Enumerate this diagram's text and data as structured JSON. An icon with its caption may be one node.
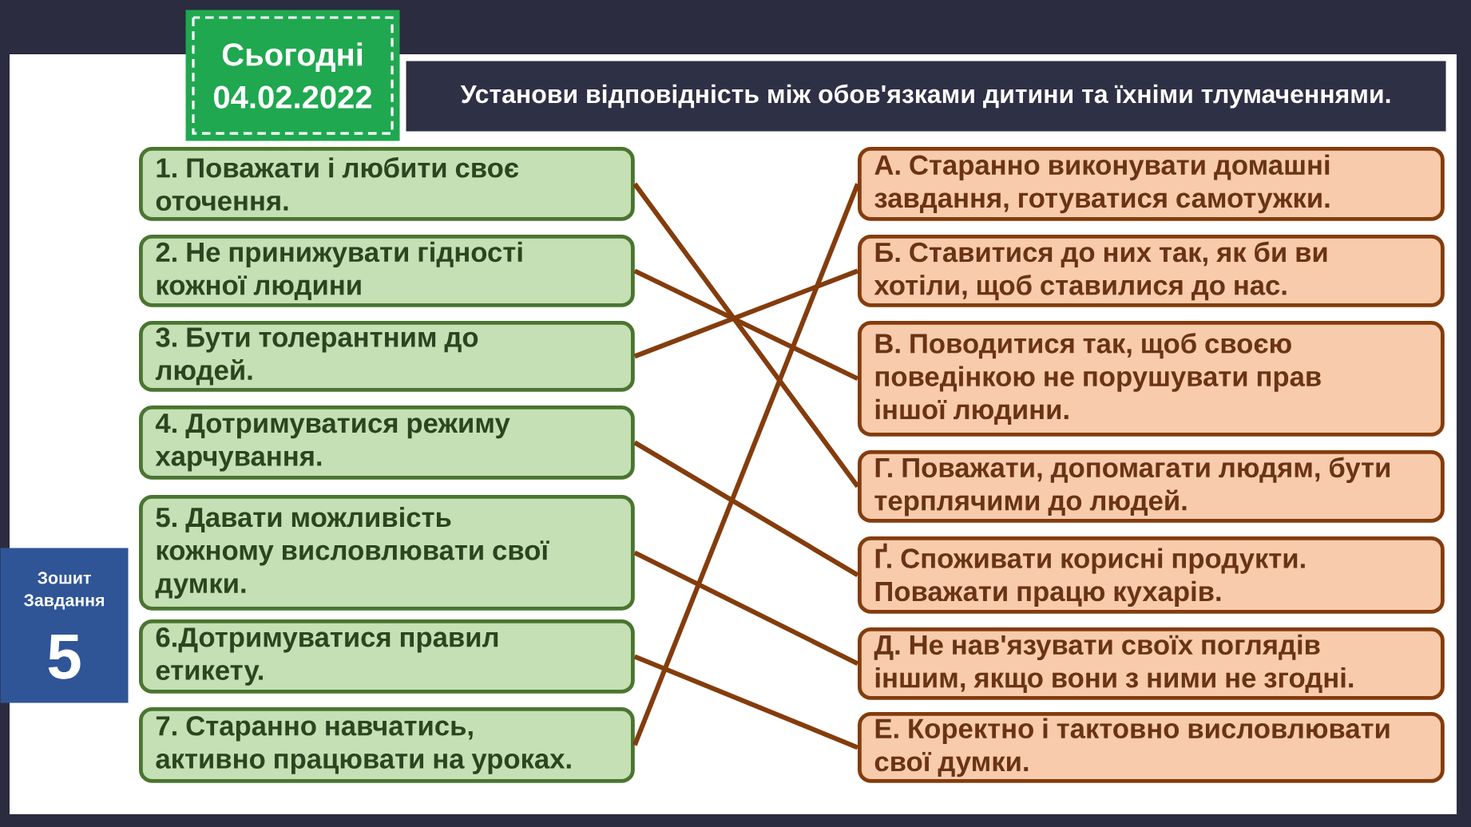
{
  "diagram": {
    "title": "Установи відповідність між обов'язками дитини та їхніми тлумаченнями.",
    "nodes": [
      {
        "text": [
          "Сьогодні",
          "04.02.2022"
        ]
      },
      {
        "text": [
          "1. Поважати і любити своє оточення."
        ]
      },
      {
        "text": [
          "2. Не принижувати гідності кожної людини"
        ]
      },
      {
        "text": [
          "3. Бути толерантним до людей."
        ]
      },
      {
        "text": [
          "4. Дотримуватися режиму харчування."
        ]
      },
      {
        "text": [
          "5. Давати можливість кожному висловлювати свої думки."
        ]
      },
      {
        "text": [
          "6.Дотримуватися правил етикету."
        ]
      },
      {
        "text": [
          "7. Старанно навчатись, активно працювати на уроках."
        ]
      },
      {
        "text": [
          "А. Старанно виконувати домашні завдання, готуватися самотужки."
        ]
      },
      {
        "text": [
          "Б. Ставитися до них так, як би ви хотіли, щоб ставилися до нас."
        ]
      },
      {
        "text": [
          "В. Поводитися так, щоб своєю поведінкою не порушувати прав іншої людини."
        ]
      },
      {
        "text": [
          "Г. Поважати, допомагати людям, бути терплячими до людей."
        ]
      },
      {
        "text": [
          "Ґ. Споживати корисні продукти. Поважати працю кухарів."
        ]
      },
      {
        "text": [
          "Д. Не нав'язувати своїх поглядів іншим, якщо вони з ними не згодні."
        ]
      },
      {
        "text": [
          "Е. Коректно і тактовно висловлювати свої думки."
        ]
      },
      {
        "text": [
          "Зошит Завдання",
          "5"
        ]
      }
    ],
    "edges": [
      {
        "from": 1,
        "to": 11,
        "arrow": "none"
      },
      {
        "from": 2,
        "to": 10,
        "arrow": "none"
      },
      {
        "from": 3,
        "to": 9,
        "arrow": "none"
      },
      {
        "from": 4,
        "to": 12,
        "arrow": "none"
      },
      {
        "from": 5,
        "to": 13,
        "arrow": "none"
      },
      {
        "from": 6,
        "to": 14,
        "arrow": "none"
      },
      {
        "from": 7,
        "to": 8,
        "arrow": "none"
      }
    ]
  }
}
